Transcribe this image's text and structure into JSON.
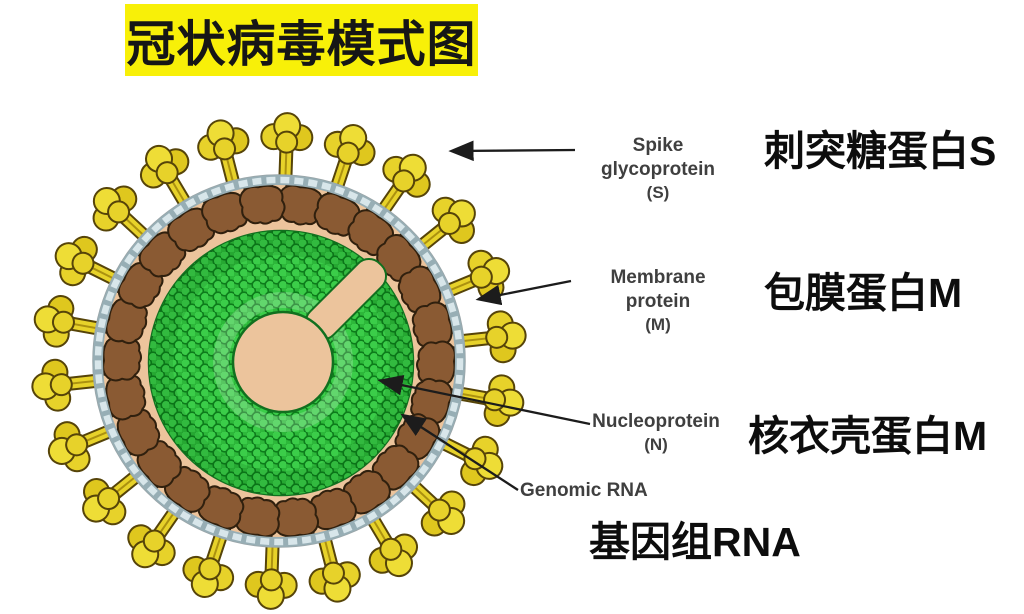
{
  "title": {
    "text": "冠状病毒模式图"
  },
  "labels": [
    {
      "id": "spike",
      "en": "Spike glycoprotein",
      "abbr": "(S)",
      "zh": "刺突糖蛋白S"
    },
    {
      "id": "membrane",
      "en": "Membrane protein",
      "abbr": "(M)",
      "zh": "包膜蛋白M"
    },
    {
      "id": "nucleoprotein",
      "en": "Nucleoprotein",
      "abbr": "(N)",
      "zh": "核衣壳蛋白M"
    },
    {
      "id": "genomic_rna",
      "en": "Genomic RNA",
      "abbr": "",
      "zh": "基因组RNA"
    }
  ],
  "diagram": {
    "subject": "coronavirus cross-section",
    "icons": [
      "spike-icon",
      "membrane-protein-icon",
      "membrane-ring",
      "nucleocapsid-coil",
      "genome-slot"
    ],
    "colors": {
      "background": "#ffffff",
      "title_highlight": "#f8f008",
      "title_text": "#161616",
      "spike_yellow": "#e7d22a",
      "membrane_protein_brown": "#8a5a33",
      "envelope_tan": "#ecc49c",
      "membrane_ring_gray": "#d8e6ea",
      "nucleocapsid_green": "#2db83a",
      "nucleocapsid_green_dark": "#0d7c1b",
      "arrow_black": "#1c1c1c",
      "english_label_gray": "#3f3f3f",
      "chinese_text": "#0d0d0d"
    }
  }
}
